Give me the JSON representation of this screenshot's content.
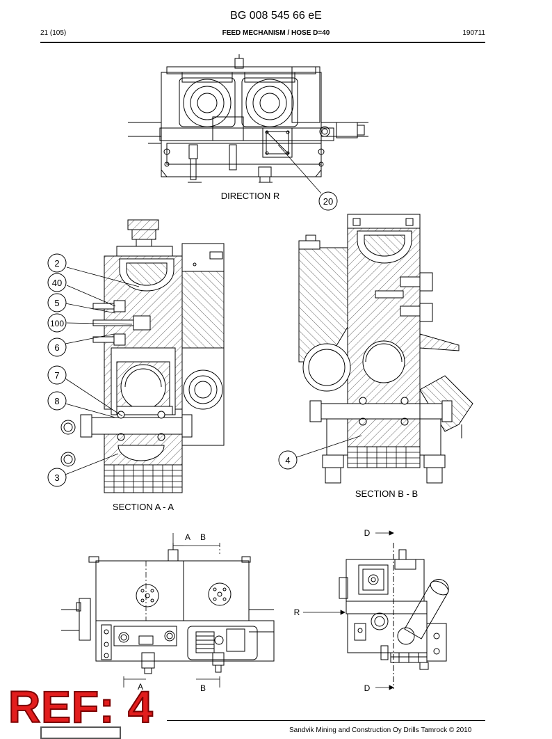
{
  "document": {
    "title": "BG 008 545 66 eE",
    "page": "21 (105)",
    "section": "FEED MECHANISM / HOSE D=40",
    "date": "190711"
  },
  "labels": {
    "direction": "DIRECTION  R",
    "section_aa": "SECTION  A - A",
    "section_bb": "SECTION  B - B",
    "cut_a": "A",
    "cut_b": "B",
    "cut_d": "D",
    "dir_r": "R"
  },
  "callouts": {
    "c20": "20",
    "c2": "2",
    "c40": "40",
    "c5": "5",
    "c100": "100",
    "c6": "6",
    "c7": "7",
    "c8": "8",
    "c3": "3",
    "c4": "4"
  },
  "footer": {
    "copyright": "Sandvik Mining and Construction Oy Drills Tamrock © 2010"
  },
  "stamp": {
    "text": "REF: 4",
    "color": "#e21d1d"
  }
}
